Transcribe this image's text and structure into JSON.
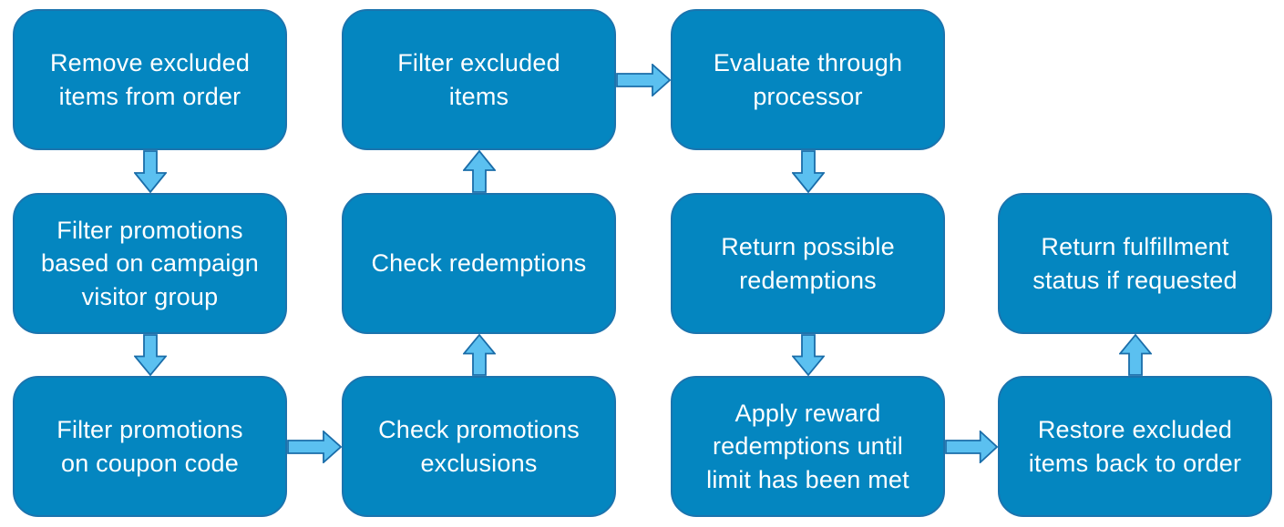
{
  "diagram": {
    "type": "flowchart",
    "background": "#ffffff",
    "colors": {
      "node_fill": "#0486c0",
      "node_border": "#1b74ae",
      "node_text": "#ffffff",
      "arrow_fill": "#5bc0f0",
      "arrow_stroke": "#1a6da9"
    },
    "nodes": [
      {
        "id": "remove-excluded-items",
        "label": "Remove excluded\nitems from order",
        "col": 0,
        "row": 0
      },
      {
        "id": "filter-campaign-visitor",
        "label": "Filter promotions\nbased on campaign\nvisitor group",
        "col": 0,
        "row": 1
      },
      {
        "id": "filter-coupon-code",
        "label": "Filter promotions\non coupon code",
        "col": 0,
        "row": 2
      },
      {
        "id": "filter-excluded-items",
        "label": "Filter excluded\nitems",
        "col": 1,
        "row": 0
      },
      {
        "id": "check-redemptions",
        "label": "Check redemptions",
        "col": 1,
        "row": 1
      },
      {
        "id": "check-promo-exclusions",
        "label": "Check promotions\nexclusions",
        "col": 1,
        "row": 2
      },
      {
        "id": "evaluate-processor",
        "label": "Evaluate through\nprocessor",
        "col": 2,
        "row": 0
      },
      {
        "id": "return-redemptions",
        "label": "Return possible\nredemptions",
        "col": 2,
        "row": 1
      },
      {
        "id": "apply-reward",
        "label": "Apply reward\nredemptions until\nlimit has been met",
        "col": 2,
        "row": 2
      },
      {
        "id": "return-fulfillment",
        "label": "Return fulfillment\nstatus if requested",
        "col": 3,
        "row": 1
      },
      {
        "id": "restore-excluded-items",
        "label": "Restore excluded\nitems back to order",
        "col": 3,
        "row": 2
      }
    ],
    "edges": [
      {
        "from": "remove-excluded-items",
        "to": "filter-campaign-visitor",
        "direction": "down"
      },
      {
        "from": "filter-campaign-visitor",
        "to": "filter-coupon-code",
        "direction": "down"
      },
      {
        "from": "filter-coupon-code",
        "to": "check-promo-exclusions",
        "direction": "right"
      },
      {
        "from": "check-promo-exclusions",
        "to": "check-redemptions",
        "direction": "up"
      },
      {
        "from": "check-redemptions",
        "to": "filter-excluded-items",
        "direction": "up"
      },
      {
        "from": "filter-excluded-items",
        "to": "evaluate-processor",
        "direction": "right"
      },
      {
        "from": "evaluate-processor",
        "to": "return-redemptions",
        "direction": "down"
      },
      {
        "from": "return-redemptions",
        "to": "apply-reward",
        "direction": "down"
      },
      {
        "from": "apply-reward",
        "to": "restore-excluded-items",
        "direction": "right"
      },
      {
        "from": "restore-excluded-items",
        "to": "return-fulfillment",
        "direction": "up"
      }
    ]
  }
}
